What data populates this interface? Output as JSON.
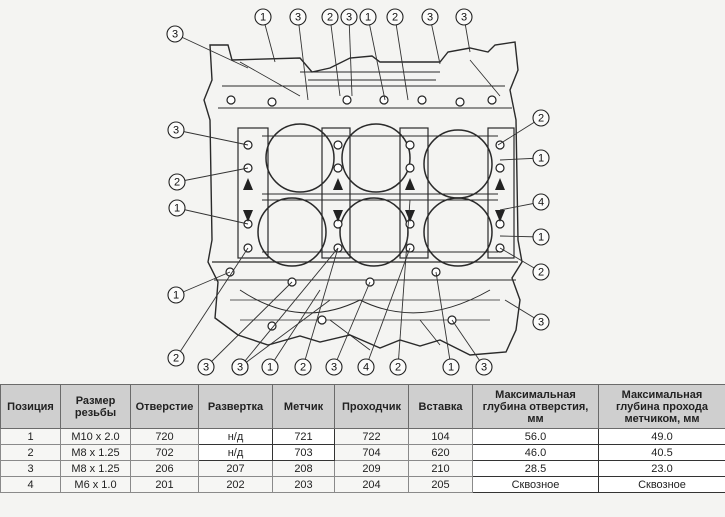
{
  "callouts": [
    {
      "label": "3"
    },
    {
      "label": "1"
    },
    {
      "label": "3"
    },
    {
      "label": "2"
    },
    {
      "label": "3"
    },
    {
      "label": "1"
    },
    {
      "label": "2"
    },
    {
      "label": "3"
    },
    {
      "label": "3"
    },
    {
      "label": "3"
    },
    {
      "label": "2"
    },
    {
      "label": "1"
    },
    {
      "label": "1"
    },
    {
      "label": "2"
    },
    {
      "label": "3"
    },
    {
      "label": "2"
    },
    {
      "label": "1"
    },
    {
      "label": "4"
    },
    {
      "label": "1"
    },
    {
      "label": "2"
    },
    {
      "label": "3"
    },
    {
      "label": "4"
    },
    {
      "label": "3"
    },
    {
      "label": "1"
    },
    {
      "label": "2"
    },
    {
      "label": "3"
    },
    {
      "label": "4"
    },
    {
      "label": "2"
    },
    {
      "label": "1"
    },
    {
      "label": "3"
    }
  ],
  "table": {
    "headers": [
      "Позиция",
      "Размер резьбы",
      "Отверстие",
      "Развертка",
      "Метчик",
      "Проходчик",
      "Вставка",
      "Максимальная глубина отверстия, мм",
      "Максимальная глубина прохода метчиком, мм"
    ],
    "rows": [
      [
        "1",
        "M10 x 2.0",
        "720",
        "н/д",
        "721",
        "722",
        "104",
        "56.0",
        "49.0"
      ],
      [
        "2",
        "M8 x 1.25",
        "702",
        "н/д",
        "703",
        "704",
        "620",
        "46.0",
        "40.5"
      ],
      [
        "3",
        "M8 x 1.25",
        "206",
        "207",
        "208",
        "209",
        "210",
        "28.5",
        "23.0"
      ],
      [
        "4",
        "M6 x 1.0",
        "201",
        "202",
        "203",
        "204",
        "205",
        "Сквозное",
        "Сквозное"
      ]
    ]
  }
}
